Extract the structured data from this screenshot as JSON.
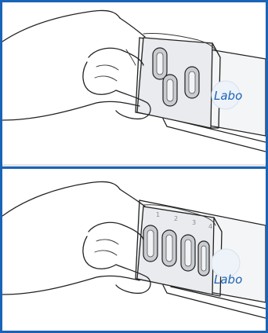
{
  "panels": [
    {
      "brand_text": "Labo",
      "slot_numbers": []
    },
    {
      "brand_text": "Labo",
      "slot_numbers": [
        "1",
        "2",
        "3",
        "4"
      ]
    }
  ],
  "colors": {
    "frame": "#1a63b6",
    "brand": "#1a63b6",
    "pill": "#c9cdd1",
    "device": "#f4f5f6"
  }
}
